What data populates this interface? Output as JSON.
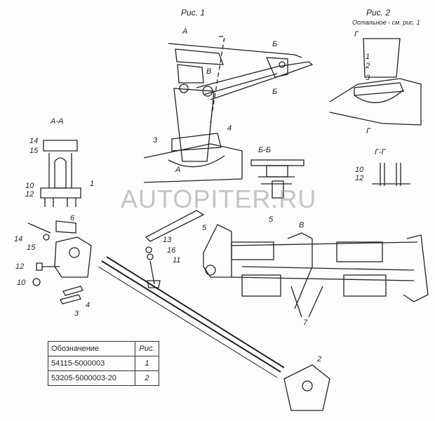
{
  "figures": {
    "fig1_title": "Рис. 1",
    "fig2_title": "Рис. 2",
    "fig2_note": "Остальное - см. рис. 1"
  },
  "sections": {
    "aa": "А-А",
    "bb": "Б-Б",
    "gg": "Г-Г"
  },
  "markers": {
    "a": "А",
    "b": "Б",
    "v": "В",
    "g": "Г"
  },
  "callouts": {
    "n1": "1",
    "n2": "2",
    "n3": "3",
    "n4": "4",
    "n5": "5",
    "n6": "6",
    "n7": "7",
    "n10": "10",
    "n11": "11",
    "n12": "12",
    "n13": "13",
    "n14": "14",
    "n15": "15",
    "n16": "16"
  },
  "watermark": "AUTOPITER.RU",
  "table": {
    "headers": [
      "Обозначение",
      "Рис."
    ],
    "rows": [
      [
        "54115-5000003",
        "1"
      ],
      [
        "53205-5000003-20",
        "2"
      ]
    ]
  }
}
